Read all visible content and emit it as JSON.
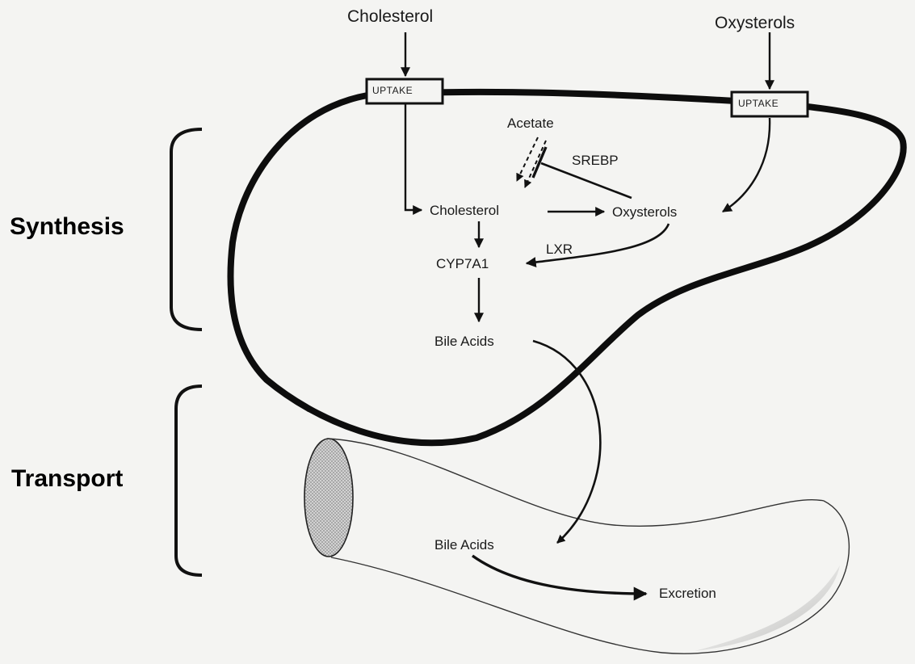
{
  "labels": {
    "cholesterol_top": "Cholesterol",
    "oxysterols_top": "Oxysterols",
    "uptake_left": "UPTAKE",
    "uptake_right": "UPTAKE",
    "acetate": "Acetate",
    "srebp": "SREBP",
    "cholesterol_inner": "Cholesterol",
    "oxysterols_inner": "Oxysterols",
    "lxr": "LXR",
    "cyp7a1": "CYP7A1",
    "bile_acids_liver": "Bile Acids",
    "bile_acids_intestine": "Bile Acids",
    "excretion": "Excretion"
  },
  "sections": {
    "synthesis": "Synthesis",
    "transport": "Transport"
  },
  "colors": {
    "background": "#f4f4f2",
    "ink": "#111111",
    "hatch": "#9a9a9a"
  }
}
